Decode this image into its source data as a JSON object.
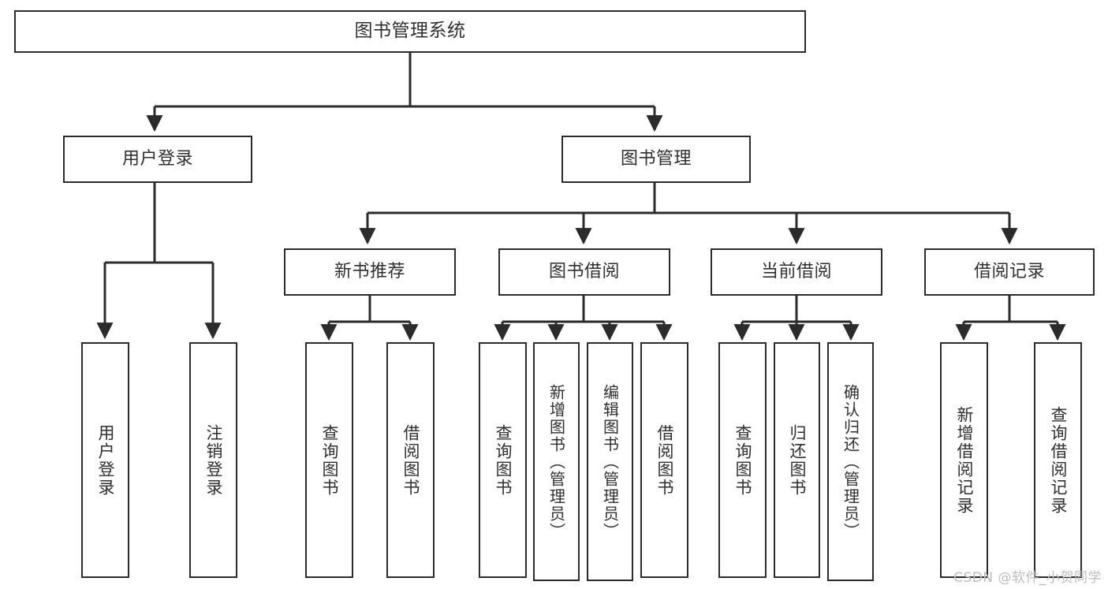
{
  "diagram": {
    "title": "图书管理系统",
    "type": "tree",
    "root": {
      "label": "图书管理系统"
    },
    "level2": [
      {
        "label": "用户登录"
      },
      {
        "label": "图书管理"
      }
    ],
    "level3": [
      {
        "label": "新书推荐"
      },
      {
        "label": "图书借阅"
      },
      {
        "label": "当前借阅"
      },
      {
        "label": "借阅记录"
      }
    ],
    "leaves": {
      "user_login": [
        {
          "label": "用户登录"
        },
        {
          "label": "注销登录"
        }
      ],
      "new_book_recommend": [
        {
          "label": "查询图书"
        },
        {
          "label": "借阅图书"
        }
      ],
      "book_borrow": [
        {
          "label": "查询图书"
        },
        {
          "label": "新增图书（管理员）"
        },
        {
          "label": "编辑图书（管理员）"
        },
        {
          "label": "借阅图书"
        }
      ],
      "current_borrow": [
        {
          "label": "查询图书"
        },
        {
          "label": "归还图书"
        },
        {
          "label": "确认归还（管理员）"
        }
      ],
      "borrow_record": [
        {
          "label": "新增借阅记录"
        },
        {
          "label": "查询借阅记录"
        }
      ]
    }
  },
  "watermark": {
    "text": "CSDN @软件_小贺同学"
  },
  "colors": {
    "stroke": "#2b2b2b",
    "text": "#2f2f2f",
    "background": "#ffffff",
    "watermark": "#bdbdbd"
  }
}
